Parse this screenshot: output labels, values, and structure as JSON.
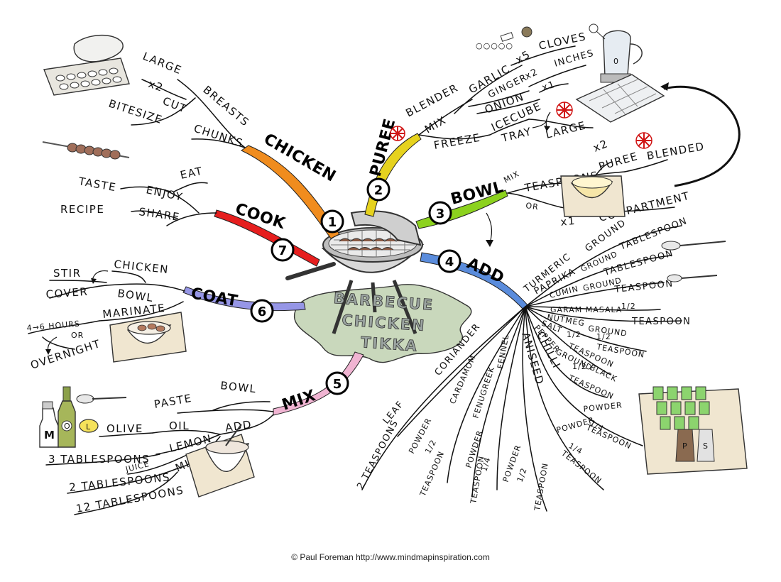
{
  "title_lines": [
    "BARBECUE",
    "CHICKEN",
    "TIKKA"
  ],
  "credit": "© Paul Foreman http://www.mindmapinspiration.com",
  "branches": {
    "chicken": {
      "number": "1",
      "label": "CHICKEN",
      "color": "#f08c1e",
      "words": {
        "large": "LARGE",
        "x2": "x2",
        "breasts": "BREASTS",
        "cut": "CUT",
        "bitesize": "BITESIZE",
        "chunks": "CHUNKS"
      }
    },
    "puree": {
      "number": "2",
      "label": "PUREE",
      "color": "#e6d21e",
      "words": {
        "blender": "BLENDER",
        "mix": "MIX",
        "garlic": "GARLIC",
        "garlic_qty": "x5",
        "cloves": "CLOVES",
        "ginger": "GINGER",
        "ginger_qty": "x2",
        "inches": "INCHES",
        "onion": "ONION",
        "onion_qty": "x1",
        "freeze": "FREEZE",
        "icecube": "ICECUBE",
        "tray": "TRAY",
        "large": "LARGE"
      }
    },
    "bowl": {
      "number": "3",
      "label": "BOWL",
      "color": "#8cd21e",
      "words": {
        "mix": "MIX",
        "teaspoons": "TEASPOONS",
        "x2": "x2",
        "puree": "PUREE",
        "blended": "BLENDED",
        "or": "OR",
        "x1": "x1",
        "compartment": "COMPARTMENT"
      }
    },
    "add": {
      "number": "4",
      "label": "ADD",
      "color": "#5a8cdc",
      "spices": {
        "turmeric": "TURMERIC",
        "ground1": "GROUND",
        "tablespoon1": "TABLESPOON",
        "paprika": "PAPRIKA",
        "ground2": "GROUND",
        "tablespoon2": "TABLESPOON",
        "cumin": "CUMIN",
        "ground3": "GROUND",
        "teaspoon1": "TEASPOON",
        "garam": "GARAM MASALA",
        "half1": "1/2",
        "teaspoon2": "TEASPOON",
        "nutmeg": "NUTMEG",
        "ground4": "GROUND",
        "half2": "1/2",
        "teaspoon3": "TEASPOON",
        "salt": "SALT",
        "half3": "1/2",
        "teaspoon4": "TEASPOON",
        "pepper": "PEPPER",
        "ground5": "GROUND",
        "black": "BLACK",
        "half4": "1/2",
        "teaspoon5": "TEASPOON",
        "chilli": "CHILLI",
        "powder1": "POWDER",
        "quarter1": "1/4",
        "teaspoon6": "TEASPOON",
        "aniseed": "ANISEED",
        "powder2": "POWDER",
        "quarter2": "1/4",
        "teaspoon7": "TEASPOON",
        "fennel": "FENNEL",
        "powder3": "POWDER",
        "half5": "1/2",
        "teaspoon8": "TEASPOON",
        "fenugreek": "FENUGREEK",
        "powder4": "POWDER",
        "quarter3": "1/4",
        "teaspoon9": "TEASPOON",
        "cardamom": "CARDAMOM",
        "powder5": "POWDER",
        "half6": "1/2",
        "teaspoon10": "TEASPOON",
        "coriander": "CORIANDER",
        "leaf": "LEAF",
        "two_tsp": "2 TEASPOONS"
      }
    },
    "mix": {
      "number": "5",
      "label": "MIX",
      "color": "#f0b4d2",
      "words": {
        "paste": "PASTE",
        "bowl": "BOWL",
        "add": "ADD",
        "olive": "OLIVE",
        "oil": "OIL",
        "three_tbsp": "3 TABLESPOONS",
        "juice": "JUICE",
        "lemon": "LEMON",
        "two_tbsp": "2 TABLESPOONS",
        "milk": "MILK",
        "twelve_tbsp": "12 TABLESPOONS"
      }
    },
    "coat": {
      "number": "6",
      "label": "COAT",
      "color": "#9696e6",
      "words": {
        "stir": "STIR",
        "chicken": "CHICKEN",
        "cover": "COVER",
        "bowl": "BOWL",
        "marinate": "MARINATE",
        "hours": "4→6 HOURS",
        "or": "OR",
        "overnight": "OVERNIGHT"
      }
    },
    "cook": {
      "number": "7",
      "label": "COOK",
      "color": "#e61e1e",
      "words": {
        "eat": "EAT",
        "taste": "TASTE",
        "enjoy": "ENJOY",
        "recipe": "RECIPE",
        "share": "SHARE"
      }
    }
  },
  "icon_letters": {
    "milk": "M",
    "oil": "O",
    "lemon": "L",
    "pepper_shaker": "P",
    "salt_shaker": "S",
    "jug": "0"
  }
}
